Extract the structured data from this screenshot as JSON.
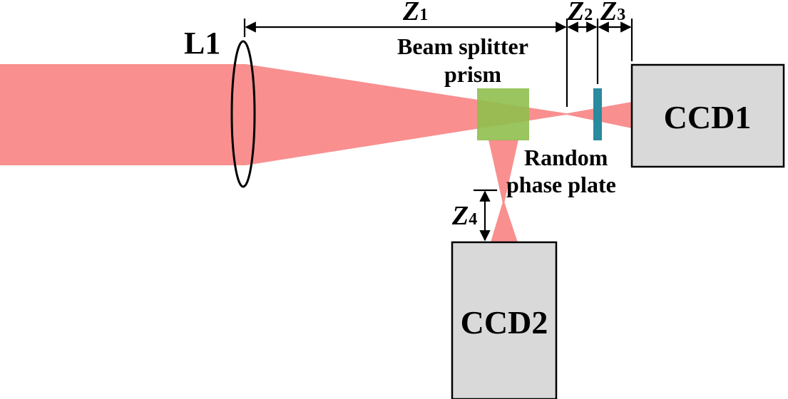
{
  "labels": {
    "lens": "L1",
    "prism_line1": "Beam splitter",
    "prism_line2": "prism",
    "plate_line1": "Random",
    "plate_line2": "phase plate",
    "ccd1": "CCD1",
    "ccd2": "CCD2"
  },
  "distances": {
    "z1": {
      "main": "Z",
      "sub": "1"
    },
    "z2": {
      "main": "Z",
      "sub": "2"
    },
    "z3": {
      "main": "Z",
      "sub": "3"
    },
    "z4": {
      "main": "Z",
      "sub": "4"
    }
  },
  "colors": {
    "beam": "#f98f8f",
    "prism": "#8fbf4e",
    "plate": "#2a8a9e",
    "ccd": "#d9d9d9",
    "outline": "#000000"
  }
}
